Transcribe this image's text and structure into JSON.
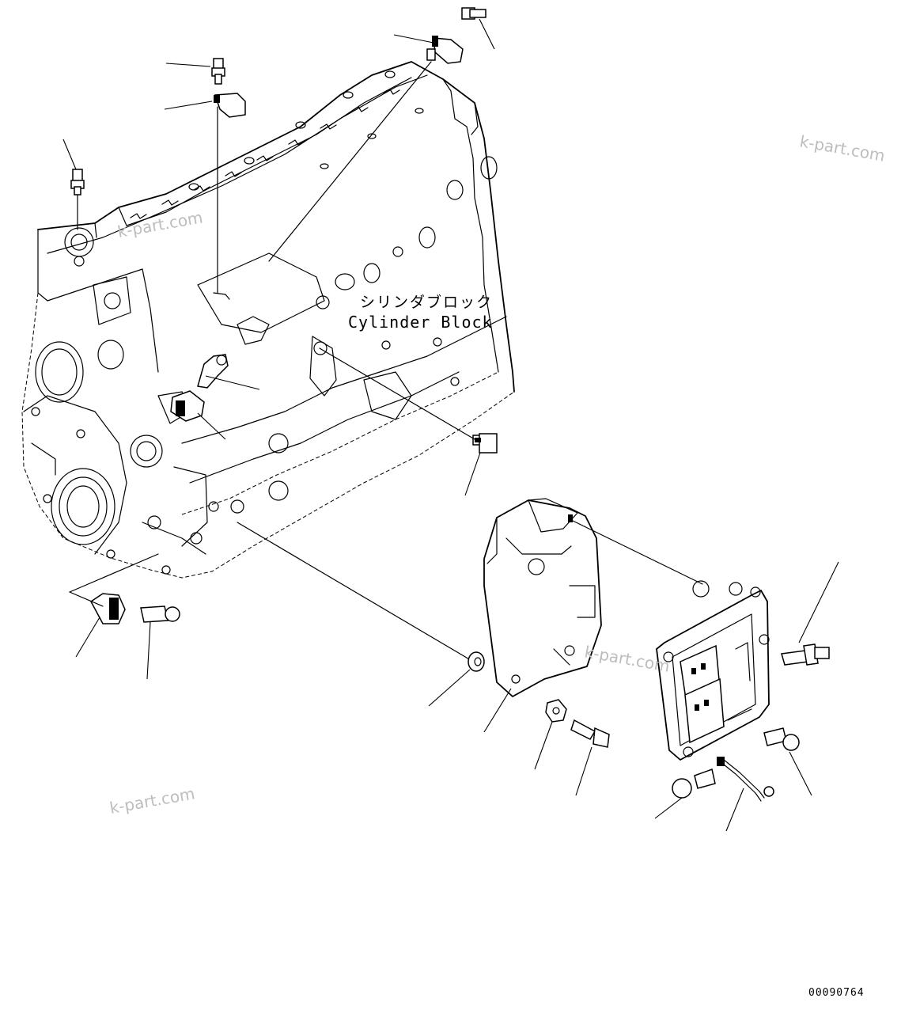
{
  "labels": {
    "block_jp": "シリンダブロック",
    "block_en": "Cylinder Block",
    "drawing_code": "00090764"
  },
  "watermarks": [
    "k-part.com",
    "k-part.com",
    "k-part.com",
    "k-part.com"
  ]
}
